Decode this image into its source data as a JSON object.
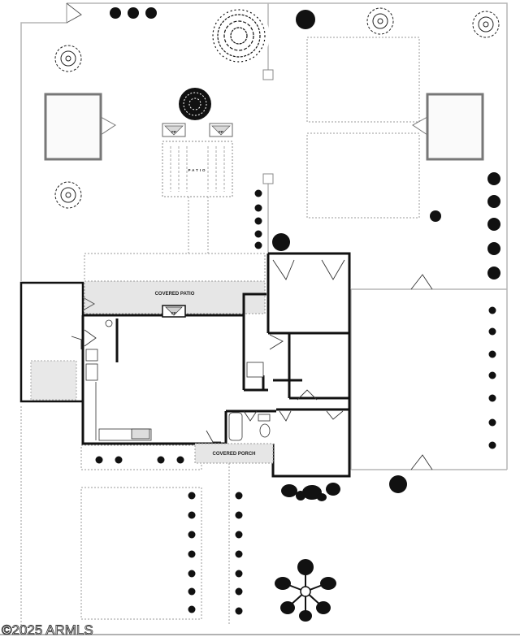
{
  "labels": {
    "covered_patio": "COVERED PATIO",
    "covered_porch": "COVERED PORCH",
    "patio": "PATIO",
    "fp": "FP",
    "watermark": "©2025 ARMLS"
  },
  "colors": {
    "wall": "#111111",
    "dashed_line": "#9a9a9a",
    "lot_line": "#b5b5b5",
    "covered_fill": "#e6e6e6",
    "shrub": "#111111"
  },
  "icons": {
    "tree": "tree-icon",
    "shrub": "shrub-icon",
    "flower_bush": "flower-bush-icon",
    "door_swing": "door-swing-icon",
    "fireplace": "fireplace-icon"
  }
}
